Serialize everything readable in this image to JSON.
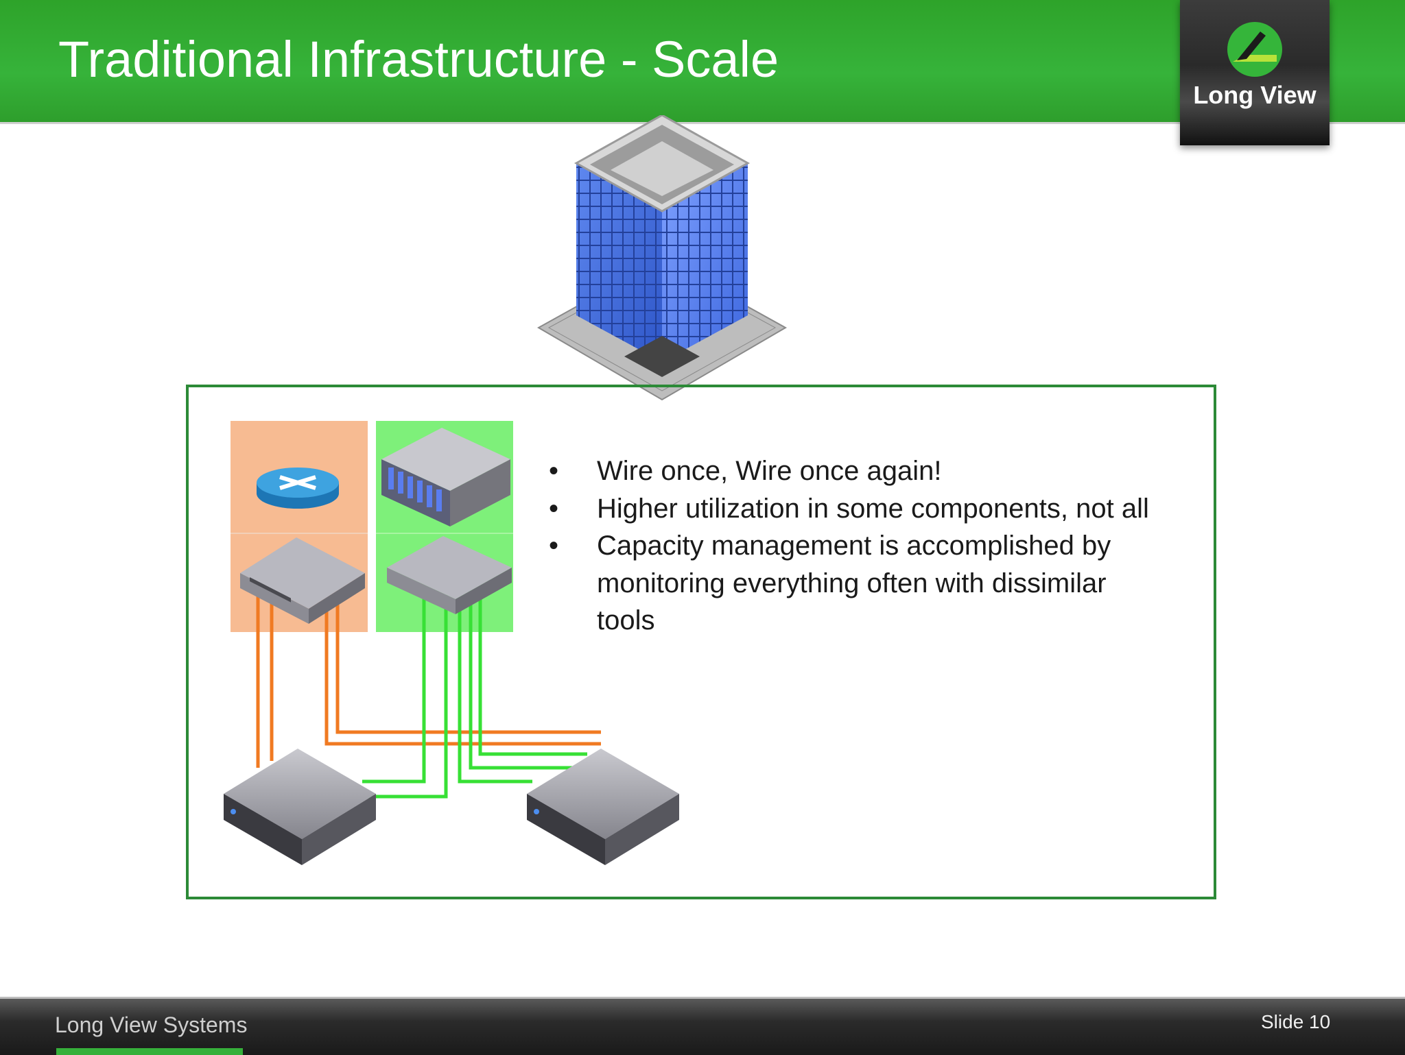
{
  "slide": {
    "title": "Traditional Infrastructure - Scale",
    "logo_text": "Long View",
    "bullets": [
      "Wire once, Wire once again!",
      "Higher utilization in some components, not all",
      "Capacity management is accomplished by monitoring everything often with dissimilar tools"
    ],
    "bullet_glyph": "•",
    "footer_company": "Long View Systems",
    "slide_number": "Slide 10"
  },
  "colors": {
    "header_green": "#36b33a",
    "panel_border": "#2c8a37",
    "network_zone": "#f7bb92",
    "storage_zone": "#7ef07a",
    "network_cable": "#f07a22",
    "storage_cable": "#37e035",
    "footer_dark": "#1a1a1a"
  },
  "icons": [
    "building-icon",
    "router-icon",
    "network-switch-icon",
    "storage-array-icon",
    "storage-switch-icon",
    "server-icon",
    "logo-icon"
  ]
}
